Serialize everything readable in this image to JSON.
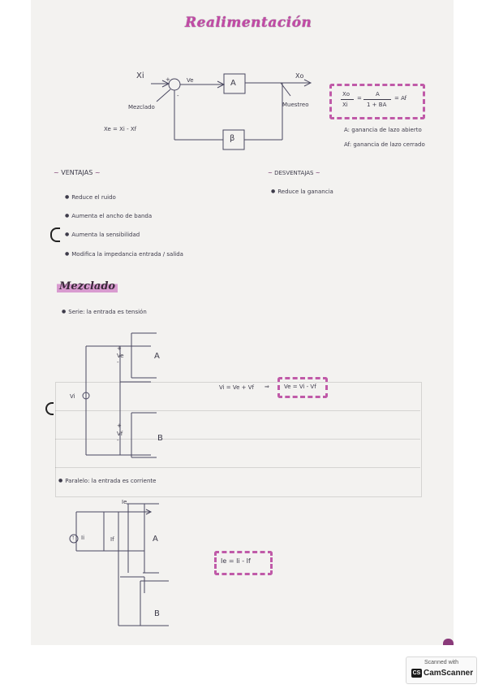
{
  "title": "Realimentación",
  "block_diagram": {
    "input": "Xi",
    "error": "Ve",
    "block_a": "A",
    "block_b": "β",
    "output": "Xo",
    "mixer_label": "Mezclado",
    "sampling_label": "Muestreo",
    "error_eq": "Xe = Xi - Xf",
    "sign_plus": "+",
    "sign_minus": "-"
  },
  "gain_formula": {
    "lhs_num": "Xo",
    "lhs_den": "Xi",
    "eq": "=",
    "rhs_num": "A",
    "rhs_den": "1 + BA",
    "result": "= Af"
  },
  "definitions": [
    "A: ganancia de lazo abierto",
    "Af: ganancia de lazo cerrado"
  ],
  "ventajas": {
    "title": "VENTAJAS",
    "items": [
      "Reduce el ruido",
      "Aumenta el ancho de banda",
      "Aumenta la sensibilidad",
      "Modifica la impedancia entrada / salida"
    ]
  },
  "desventajas": {
    "title": "DESVENTAJAS",
    "items": [
      "Reduce la ganancia"
    ]
  },
  "mezclado": {
    "heading": "Mezclado",
    "serie_text": "Serie: la entrada es tensión",
    "serie_vi": "Vi",
    "serie_ve": "Ve",
    "serie_vf": "Vf",
    "serie_a": "A",
    "serie_b": "B",
    "serie_eq": "Vi = Ve + Vf",
    "serie_arrow": "⇒",
    "serie_result": "Ve = Vi - Vf",
    "paralelo_text": "Paralelo: la entrada es corriente",
    "paralelo_ii": "Ii",
    "paralelo_ie": "Ie",
    "paralelo_if": "If",
    "paralelo_a": "A",
    "paralelo_b": "B",
    "paralelo_result": "Ie = Ii - If"
  },
  "stamp": {
    "line1": "Scanned with",
    "line2": "CamScanner",
    "logo": "CS"
  },
  "colors": {
    "accent": "#c24aa6",
    "ink": "#3d3b4a",
    "paper": "#f3f2f0"
  }
}
